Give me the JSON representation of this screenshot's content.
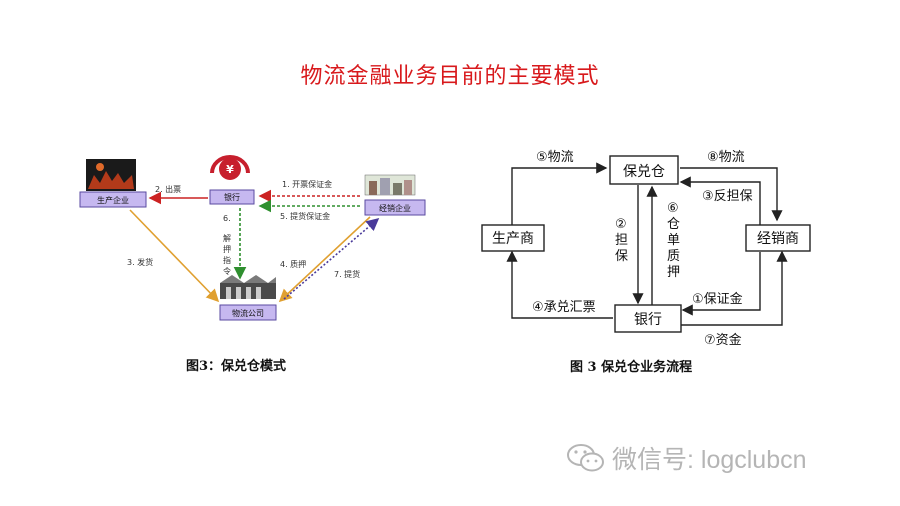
{
  "page_title": "物流金融业务目前的主要模式",
  "left_diagram": {
    "caption": "图3：保兑仓模式",
    "nodes": {
      "producer": "生产企业",
      "bank": "银行",
      "dealer": "经销企业",
      "logistics": "物流公司"
    },
    "edges": {
      "step1": "1. 开票保证金",
      "step2": "2. 出票",
      "step3": "3. 发货",
      "step4": "4. 质押",
      "step5": "5. 提货保证金",
      "step6_num": "6.",
      "step6_label": "解押指令",
      "step7": "7. 提货"
    },
    "colors": {
      "node_fill": "#c6b8f0",
      "red_arrow": "#cc2222",
      "green_arrow": "#2f8f2f",
      "orange_arrow": "#e0a030",
      "purple_arrow": "#4a3a9a"
    }
  },
  "right_diagram": {
    "caption": "图 3   保兑仓业务流程",
    "nodes": {
      "warehouse": "保兑仓",
      "producer": "生产商",
      "dealer": "经销商",
      "bank": "银行"
    },
    "edges": {
      "e5": "⑤物流",
      "e8": "⑧物流",
      "e3": "③反担保",
      "e2": "②担保",
      "e6": "⑥仓单质押",
      "e4": "④承兑汇票",
      "e1": "①保证金",
      "e7": "⑦资金"
    }
  },
  "watermark": {
    "icon": "wechat-icon",
    "text": "微信号: logclubcn"
  }
}
